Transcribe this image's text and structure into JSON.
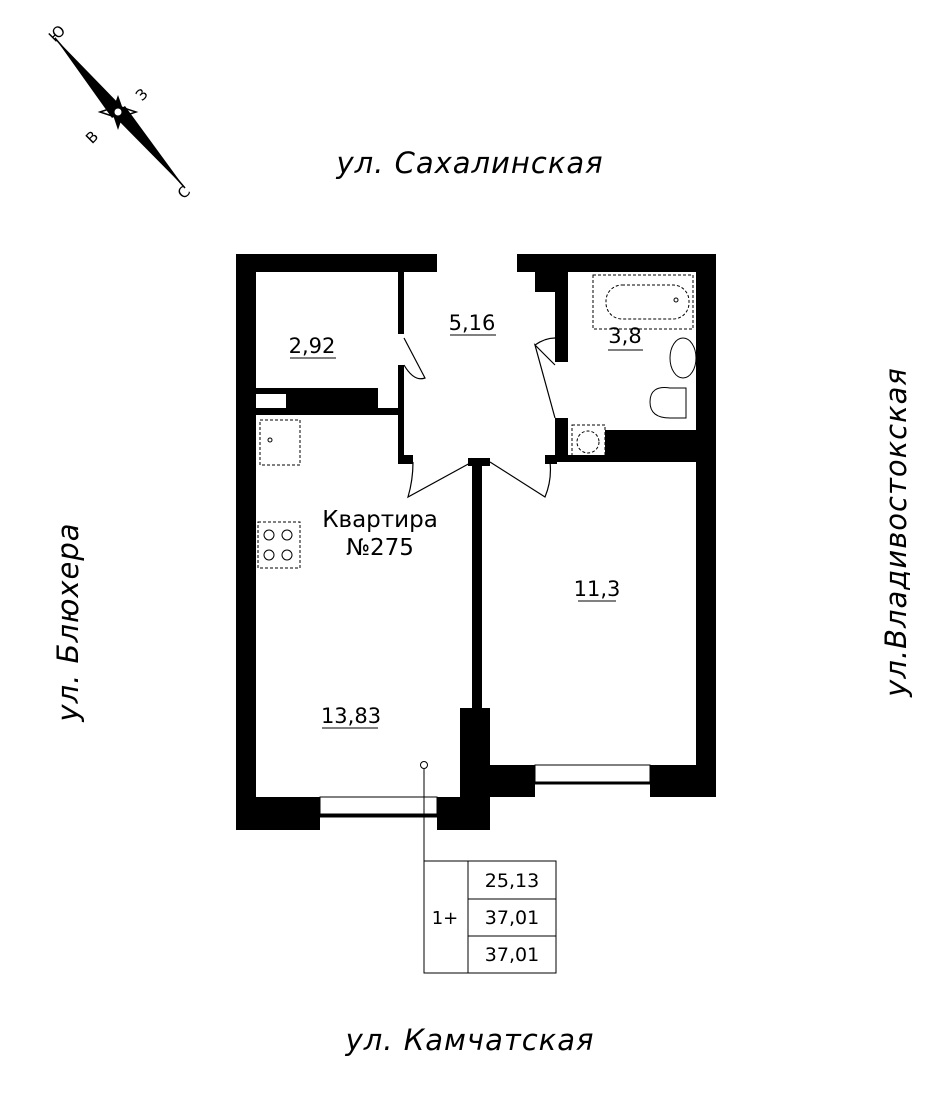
{
  "streets": {
    "north": "ул. Сахалинская",
    "south": "ул. Камчатская",
    "west": "ул. Блюхера",
    "east": "ул.Владивостокская"
  },
  "compass": {
    "north": "С",
    "south": "Ю",
    "east": "В",
    "west": "З"
  },
  "apartment": {
    "label": "Квартира",
    "number": "№275"
  },
  "rooms": [
    {
      "name": "storage",
      "area": "2,92"
    },
    {
      "name": "hall",
      "area": "5,16"
    },
    {
      "name": "bathroom",
      "area": "3,8"
    },
    {
      "name": "bedroom",
      "area": "11,3"
    },
    {
      "name": "kitchen-living",
      "area": "13,83"
    }
  ],
  "summary": {
    "type": "1+",
    "living_area": "25,13",
    "total_area": "37,01",
    "total_area_with_balcony": "37,01"
  },
  "colors": {
    "wall": "#000000",
    "background": "#ffffff"
  }
}
